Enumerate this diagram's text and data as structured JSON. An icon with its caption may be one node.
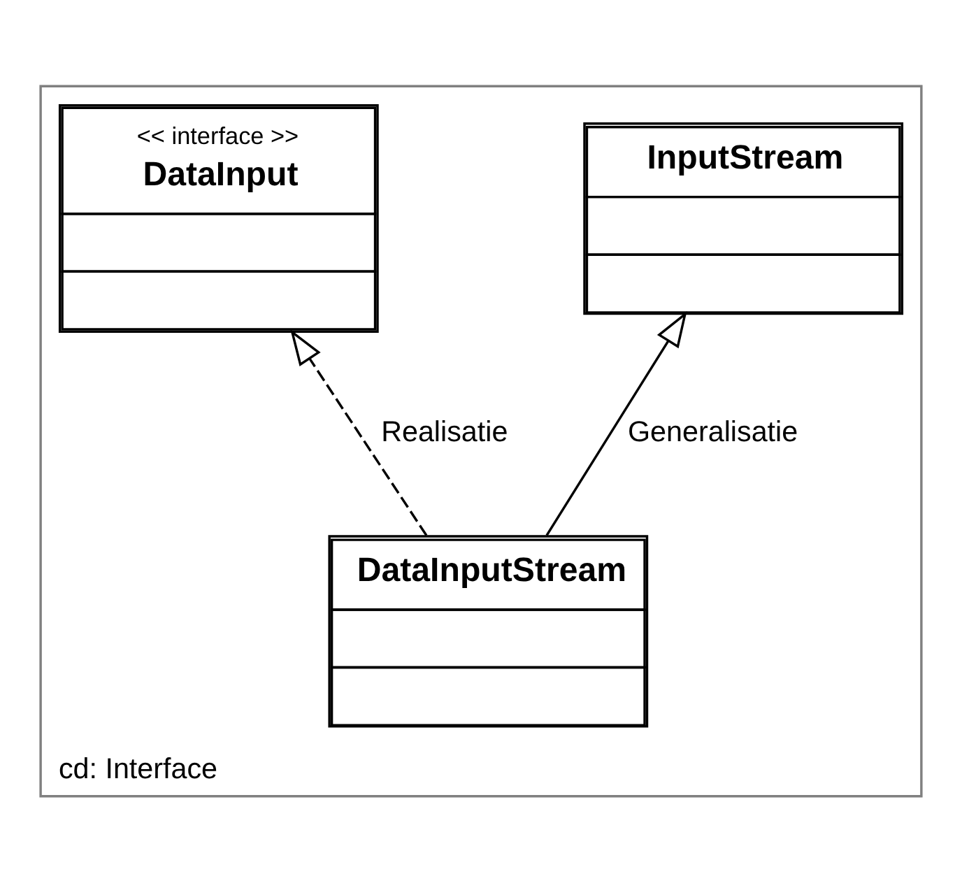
{
  "diagram": {
    "nodes": [
      {
        "text": [
          "cd: Interface"
        ]
      },
      {
        "text": [
          "<< interface >>",
          "DataInput"
        ],
        "in": 0
      },
      {
        "text": [
          "InputStream"
        ],
        "in": 0
      },
      {
        "text": [
          "DataInputStream"
        ],
        "in": 0
      }
    ],
    "edges": [
      {
        "from": 3,
        "to": 1,
        "arrow": "to",
        "style": "dashed",
        "label": "Realisatie"
      },
      {
        "from": 3,
        "to": 2,
        "arrow": "to",
        "label": "Generalisatie"
      }
    ]
  }
}
